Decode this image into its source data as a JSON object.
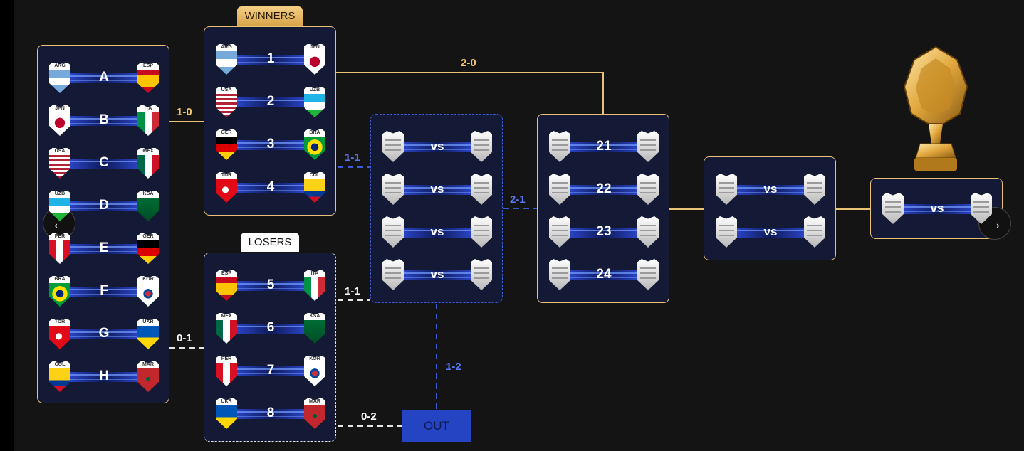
{
  "tags": {
    "winners": "WINNERS",
    "losers": "LOSERS"
  },
  "out_label": "OUT",
  "nav": {
    "prev_icon": "arrow-left-icon",
    "next_icon": "arrow-right-icon"
  },
  "scores": {
    "r1_winners": "1-0",
    "r1_losers": "0-1",
    "winners_to_mid": "1-1",
    "winners_to_final": "2-0",
    "losers_to_mid": "1-1",
    "losers_to_out": "0-2",
    "mid_to_r3": "2-1",
    "mid_to_out": "1-2"
  },
  "groups": [
    {
      "label": "A",
      "left": "ARG",
      "right": "ESP"
    },
    {
      "label": "B",
      "left": "JPN",
      "right": "ITA"
    },
    {
      "label": "C",
      "left": "USA",
      "right": "MEX"
    },
    {
      "label": "D",
      "left": "UZB",
      "right": "KSA"
    },
    {
      "label": "E",
      "left": "PER",
      "right": "GER"
    },
    {
      "label": "F",
      "left": "BRA",
      "right": "KOR"
    },
    {
      "label": "G",
      "left": "TUR",
      "right": "UKR"
    },
    {
      "label": "H",
      "left": "COL",
      "right": "MAR"
    }
  ],
  "winners": [
    {
      "label": "1",
      "left": "ARG",
      "right": "JPN"
    },
    {
      "label": "2",
      "left": "USA",
      "right": "UZB"
    },
    {
      "label": "3",
      "left": "GER",
      "right": "BRA"
    },
    {
      "label": "4",
      "left": "TUR",
      "right": "COL"
    }
  ],
  "losers": [
    {
      "label": "5",
      "left": "ESP",
      "right": "ITA"
    },
    {
      "label": "6",
      "left": "MEX",
      "right": "KSA"
    },
    {
      "label": "7",
      "left": "PER",
      "right": "KOR"
    },
    {
      "label": "8",
      "left": "UKR",
      "right": "MAR"
    }
  ],
  "middle": [
    {
      "label": "vs"
    },
    {
      "label": "vs"
    },
    {
      "label": "vs"
    },
    {
      "label": "vs"
    }
  ],
  "round3": [
    {
      "label": "21"
    },
    {
      "label": "22"
    },
    {
      "label": "23"
    },
    {
      "label": "24"
    }
  ],
  "semis": [
    {
      "label": "vs"
    },
    {
      "label": "vs"
    }
  ],
  "final": [
    {
      "label": "vs"
    }
  ],
  "colors": {
    "gold": "#e9c278",
    "blue_accent": "#2444c4",
    "panel": "#141a35",
    "background": "#141414"
  }
}
